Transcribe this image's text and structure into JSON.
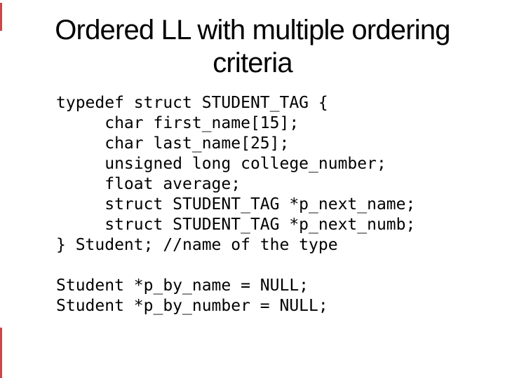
{
  "title": {
    "lines": [
      "Ordered LL with multiple ordering",
      "criteria"
    ]
  },
  "code": {
    "lines": [
      "typedef struct STUDENT_TAG {",
      "     char first_name[15];",
      "     char last_name[25];",
      "     unsigned long college_number;",
      "     float average;",
      "     struct STUDENT_TAG *p_next_name;",
      "     struct STUDENT_TAG *p_next_numb;",
      "} Student; //name of the type",
      "",
      "Student *p_by_name = NULL;",
      "Student *p_by_number = NULL;"
    ]
  },
  "decor": {
    "background_color": "#ffffff",
    "text_color": "#000000",
    "left_edge_dash_color": "#cc4747"
  }
}
